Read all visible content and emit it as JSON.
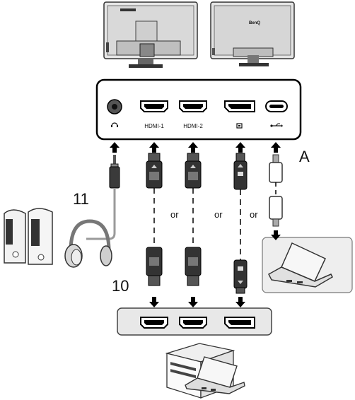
{
  "monitor": {
    "brand": "BenQ",
    "ports": [
      {
        "label": "",
        "icon": "headphone-icon"
      },
      {
        "label": "HDMI-1",
        "icon": "hdmi-port-icon"
      },
      {
        "label": "HDMI-2",
        "icon": "hdmi-port-icon"
      },
      {
        "label": "",
        "icon": "displayport-icon"
      },
      {
        "label": "",
        "icon": "usb-c-icon"
      }
    ]
  },
  "labels": {
    "panel": "A",
    "audio_callout": "11",
    "video_callout": "10",
    "or": "or"
  },
  "pc_ports": [
    {
      "icon": "hdmi-port-icon"
    },
    {
      "icon": "hdmi-port-icon"
    },
    {
      "icon": "displayport-icon"
    }
  ]
}
